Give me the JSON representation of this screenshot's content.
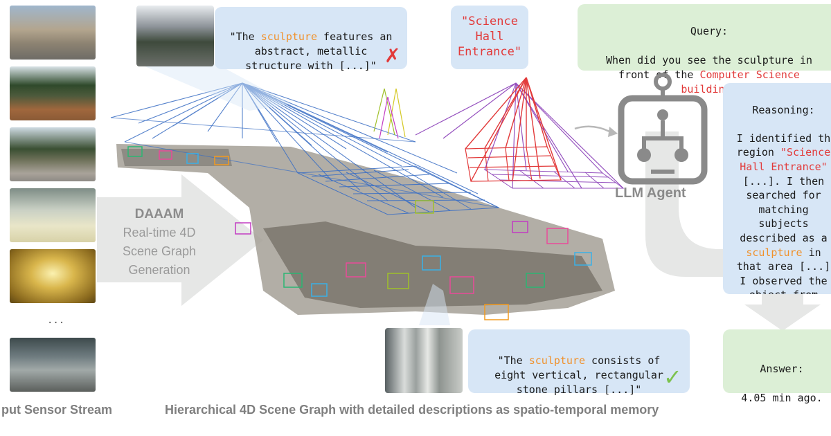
{
  "sensor_stream": {
    "ellipsis": "...",
    "caption": "put Sensor Stream"
  },
  "daaam": {
    "title": "DAAAM",
    "line1": "Real-time 4D",
    "line2": "Scene Graph",
    "line3": "Generation"
  },
  "scene_graph_caption": "Hierarchical 4D Scene Graph with detailed descriptions as spatio-temporal memory",
  "desc_bad": {
    "pre": "\"The ",
    "highlight": "sculpture",
    "post": " features an\nabstract, metallic\nstructure with [...]\"",
    "mark": "✗"
  },
  "region_label": "\"Science\nHall\nEntrance\"",
  "desc_good": {
    "pre": "\"The ",
    "highlight": "sculpture",
    "post": " consists of\neight vertical, rectangular\nstone pillars [...]\"",
    "mark": "✓"
  },
  "query": {
    "title": "Query:",
    "pre": "When did you see the sculpture in\nfront of the ",
    "highlight": "Computer Science\nbuilding",
    "post": "?"
  },
  "agent_label": "LLM Agent",
  "reasoning": {
    "title": "Reasoning:",
    "p1": "I identified th\nregion ",
    "h1": "\"Science\nHall Entrance\"",
    "p2": "\n[...]. I then\nsearched for\nmatching\nsubjects\ndescribed as a\n",
    "h2": "sculpture",
    "p3": " in\nthat area [...]\nI observed the\nobject from\n[...]"
  },
  "answer": {
    "title": "Answer:",
    "value": "4.05 min ago."
  },
  "colors": {
    "blue_graph": "#3a6ec4",
    "purple_graph": "#8a3fb8",
    "red_graph": "#e23a3a",
    "accent_orange": "#f0912b",
    "bubble_blue": "#d7e6f6",
    "bubble_green": "#dcefd6",
    "agent_gray": "#8a8a8a"
  }
}
